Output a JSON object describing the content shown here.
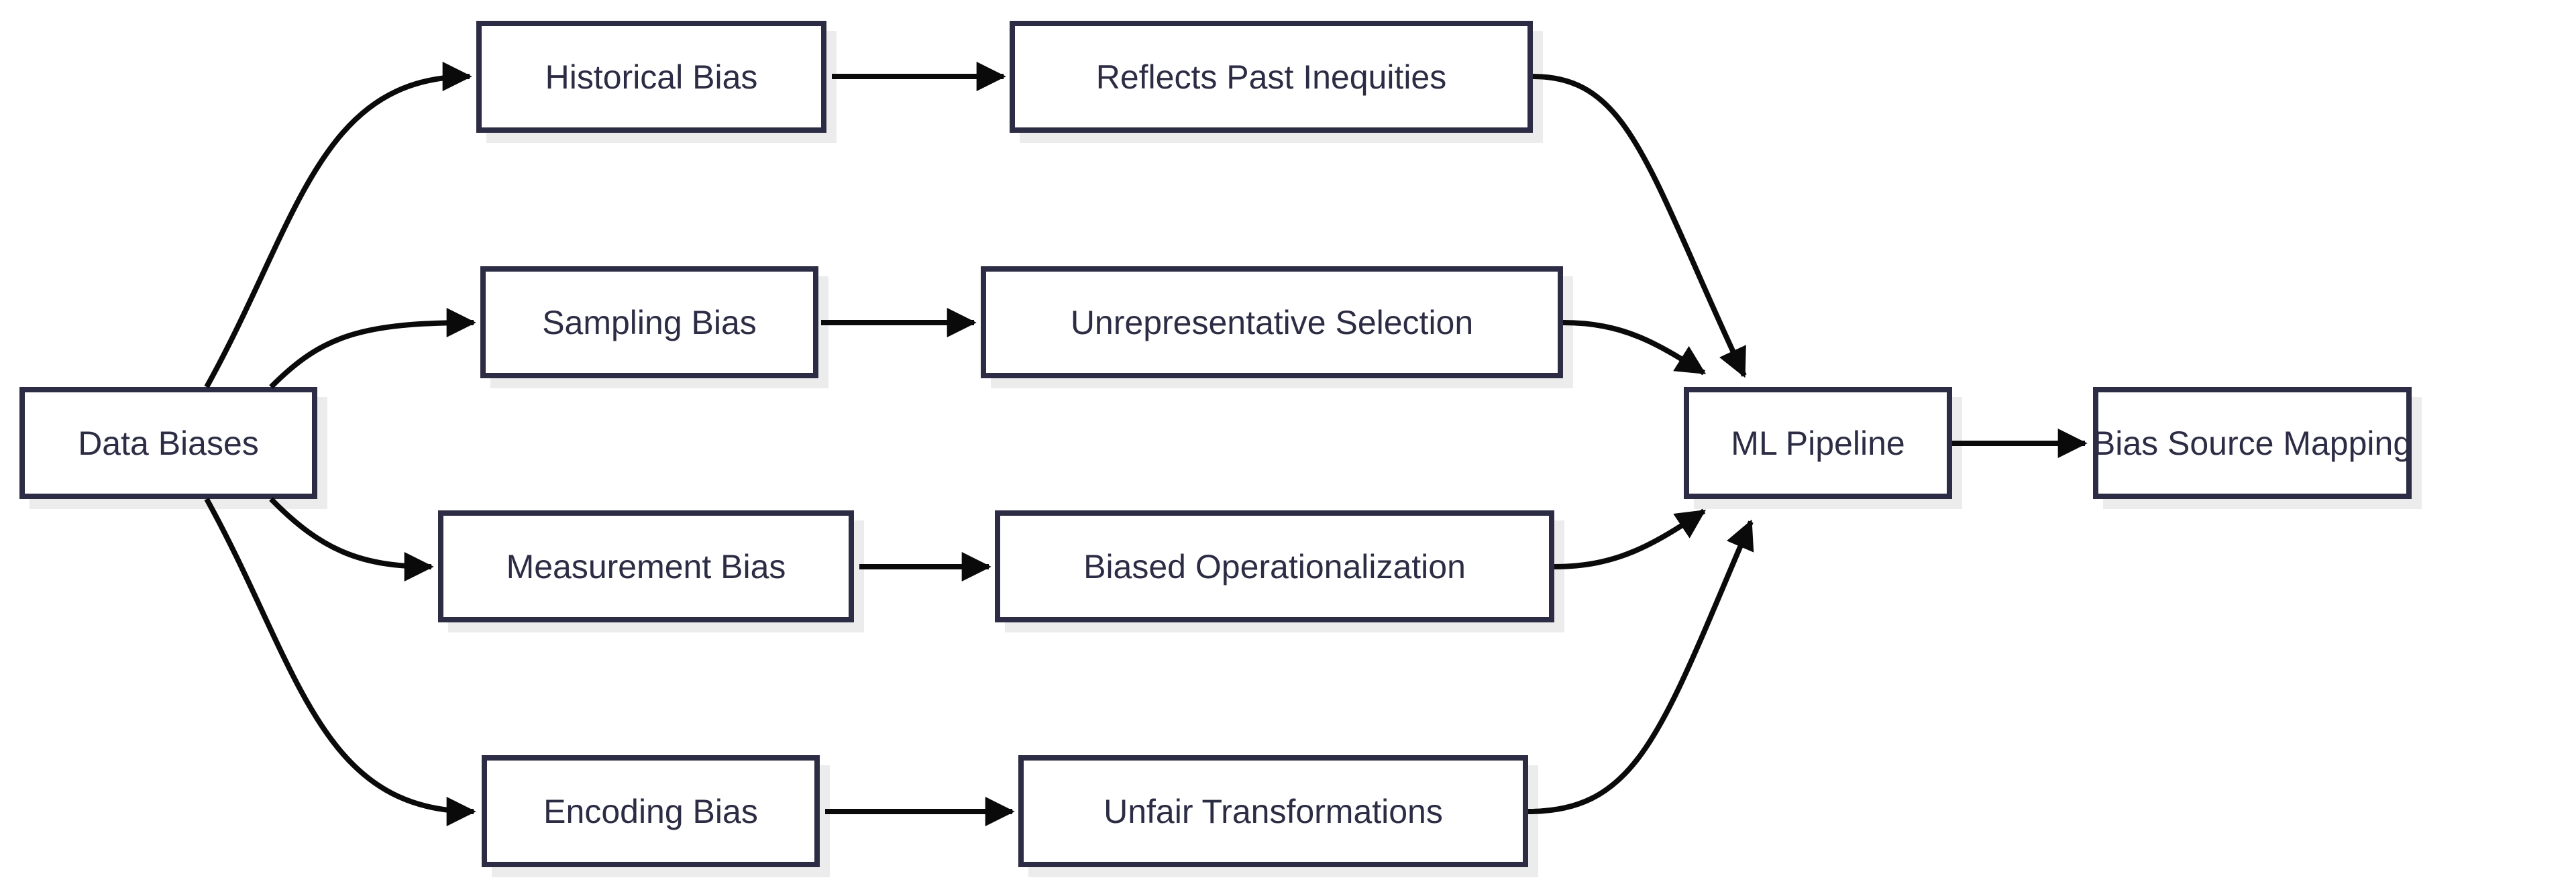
{
  "diagram": {
    "type": "flowchart",
    "direction": "left-to-right",
    "nodes": {
      "data_biases": {
        "label": "Data Biases"
      },
      "historical_bias": {
        "label": "Historical Bias"
      },
      "reflects_past_inequities": {
        "label": "Reflects Past Inequities"
      },
      "sampling_bias": {
        "label": "Sampling Bias"
      },
      "unrepresentative_selection": {
        "label": "Unrepresentative Selection"
      },
      "measurement_bias": {
        "label": "Measurement Bias"
      },
      "biased_operationalization": {
        "label": "Biased Operationalization"
      },
      "encoding_bias": {
        "label": "Encoding Bias"
      },
      "unfair_transformations": {
        "label": "Unfair Transformations"
      },
      "ml_pipeline": {
        "label": "ML Pipeline"
      },
      "bias_source_mapping": {
        "label": "Bias Source Mapping"
      }
    },
    "edges": [
      {
        "from": "data_biases",
        "to": "historical_bias"
      },
      {
        "from": "data_biases",
        "to": "sampling_bias"
      },
      {
        "from": "data_biases",
        "to": "measurement_bias"
      },
      {
        "from": "data_biases",
        "to": "encoding_bias"
      },
      {
        "from": "historical_bias",
        "to": "reflects_past_inequities"
      },
      {
        "from": "sampling_bias",
        "to": "unrepresentative_selection"
      },
      {
        "from": "measurement_bias",
        "to": "biased_operationalization"
      },
      {
        "from": "encoding_bias",
        "to": "unfair_transformations"
      },
      {
        "from": "reflects_past_inequities",
        "to": "ml_pipeline"
      },
      {
        "from": "unrepresentative_selection",
        "to": "ml_pipeline"
      },
      {
        "from": "biased_operationalization",
        "to": "ml_pipeline"
      },
      {
        "from": "unfair_transformations",
        "to": "ml_pipeline"
      },
      {
        "from": "ml_pipeline",
        "to": "bias_source_mapping"
      }
    ],
    "colors": {
      "background": "#ffffff",
      "node_fill": "#ffffff",
      "node_border": "#2c2c44",
      "node_text": "#2c2c44",
      "edge": "#0a0a0a",
      "shadow": "#ececec"
    }
  }
}
